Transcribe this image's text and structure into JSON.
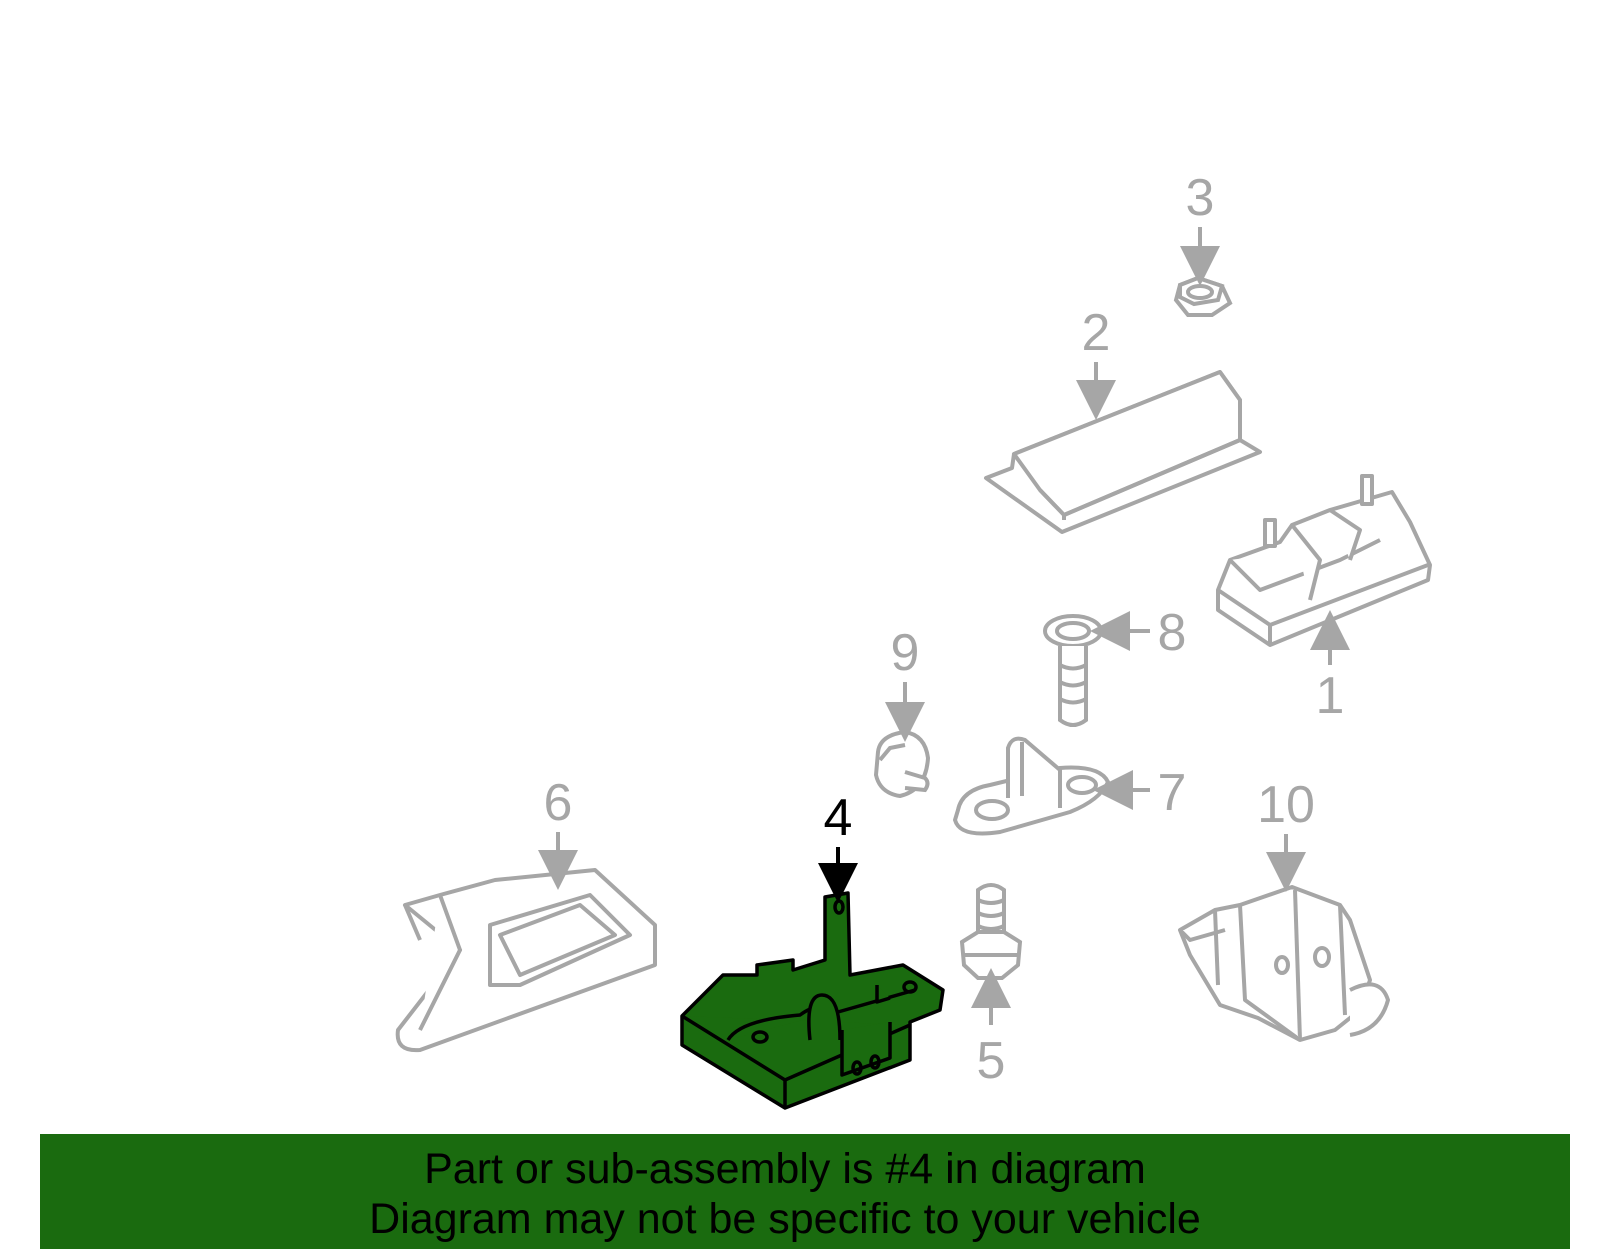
{
  "highlight_color": "#1a6b0f",
  "outline_color": "#a6a6a6",
  "callouts": {
    "c1": "1",
    "c2": "2",
    "c3": "3",
    "c4": "4",
    "c5": "5",
    "c6": "6",
    "c7": "7",
    "c8": "8",
    "c9": "9",
    "c10": "10"
  },
  "banner": {
    "line1": "Part or sub-assembly is #4 in diagram",
    "line2": "Diagram may not be specific to your vehicle"
  }
}
